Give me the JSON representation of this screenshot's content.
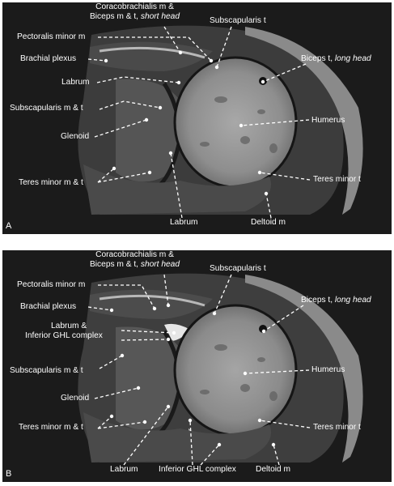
{
  "panel_a": {
    "letter": "A",
    "labels": {
      "coraco_line1": "Coracobrachialis m &",
      "coraco_line2": "Biceps m & t,",
      "coraco_short_head": "short head",
      "pectoralis": "Pectoralis minor m",
      "subscap_t": "Subscapularis t",
      "brachial": "Brachial plexus",
      "biceps_long": "Biceps t,",
      "biceps_long_italic": "long head",
      "labrum_top": "Labrum",
      "subscap_mt": "Subscapularis m & t",
      "glenoid": "Glenoid",
      "humerus": "Humerus",
      "teres_minor_mt": "Teres minor m & t",
      "teres_minor_t": "Teres minor t",
      "labrum_bottom": "Labrum",
      "deltoid": "Deltoid m"
    }
  },
  "panel_b": {
    "letter": "B",
    "labels": {
      "coraco_line1": "Coracobrachialis m &",
      "coraco_line2": "Biceps m & t,",
      "coraco_short_head": "short head",
      "pectoralis": "Pectoralis minor m",
      "subscap_t": "Subscapularis t",
      "brachial": "Brachial plexus",
      "biceps_long": "Biceps t,",
      "biceps_long_italic": "long head",
      "labrum_ghl_1": "Labrum &",
      "labrum_ghl_2": "Inferior GHL complex",
      "subscap_mt": "Subscapularis m & t",
      "humerus": "Humerus",
      "glenoid": "Glenoid",
      "teres_minor_mt": "Teres minor m & t",
      "teres_minor_t": "Teres minor t",
      "labrum_bottom": "Labrum",
      "ghl_bottom": "Inferior GHL complex",
      "deltoid": "Deltoid m"
    }
  },
  "colors": {
    "background": "#1b1b1b",
    "label": "#ffffff",
    "leader": "#ffffff"
  }
}
